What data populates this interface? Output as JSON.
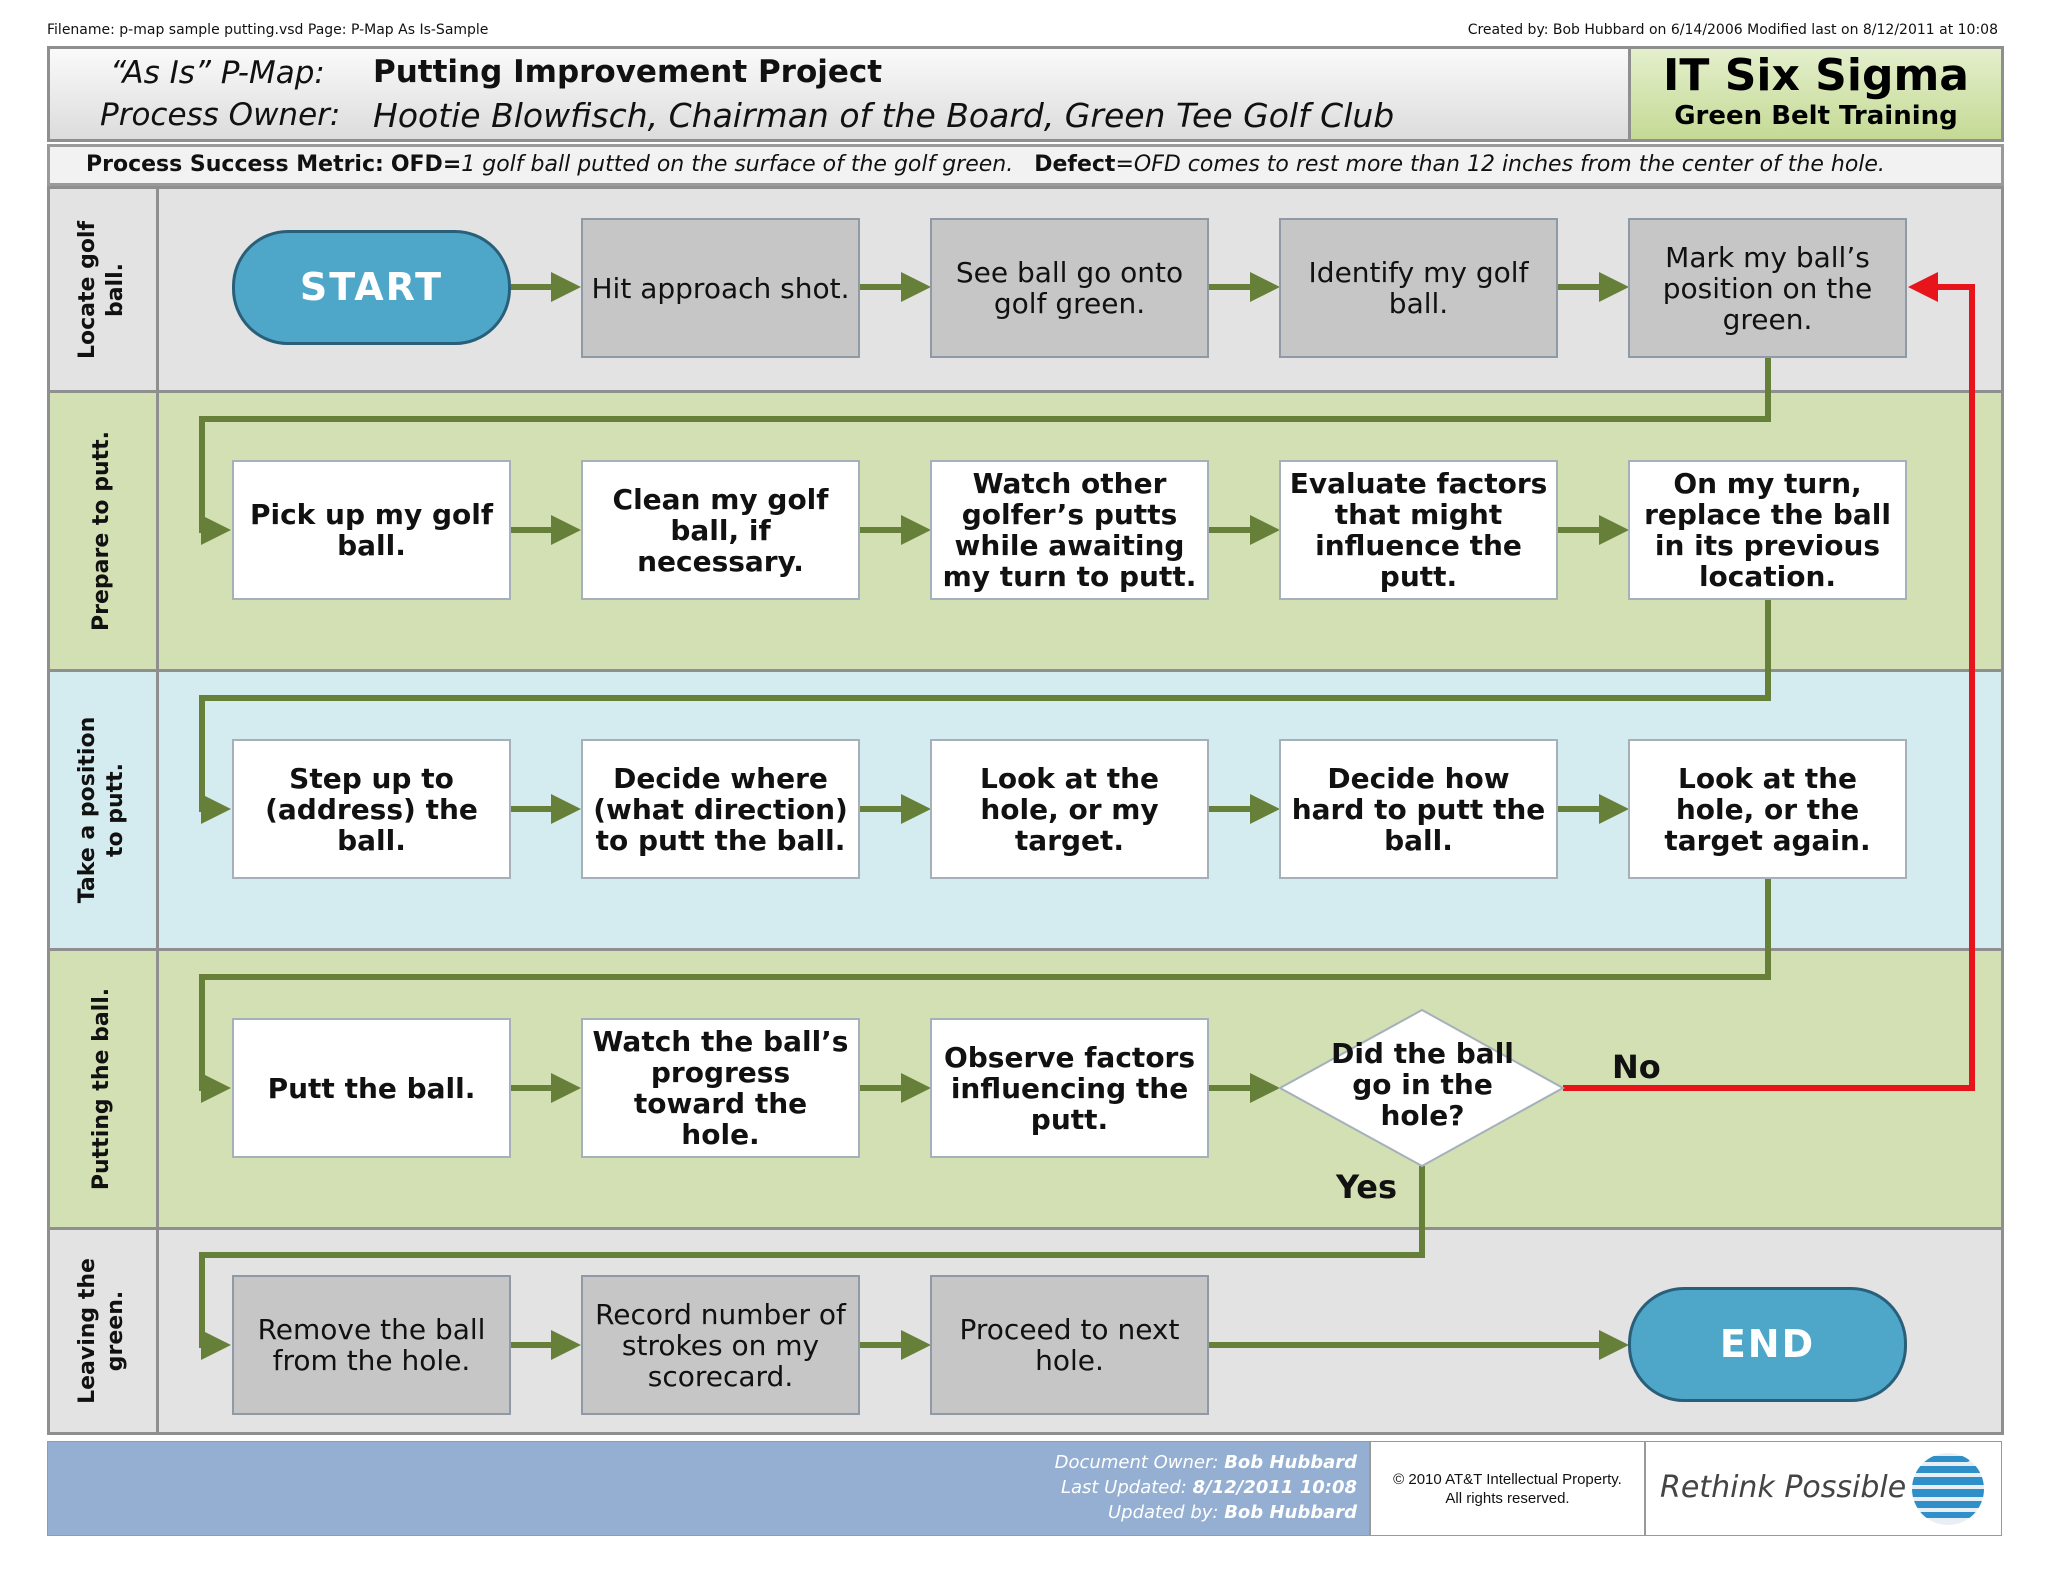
{
  "top_meta": {
    "left": "Filename: p-map sample putting.vsd   Page: P-Map As Is-Sample",
    "right": "Created by: Bob Hubbard on 6/14/2006  Modified last on 8/12/2011 at 10:08"
  },
  "header": {
    "pmap_label": "“As Is” P-Map:",
    "owner_label": "Process Owner:",
    "project": "Putting Improvement Project",
    "owner": "Hootie Blowfisch, Chairman of the Board, Green Tee Golf Club",
    "brand_title": "IT Six Sigma",
    "brand_sub": "Green Belt Training"
  },
  "metric": {
    "label": "Process Success Metric:",
    "ofd_key": "OFD=",
    "ofd_text": "1 golf ball putted on the surface of the golf green.",
    "defect_key": "Defect",
    "defect_text": "=OFD comes to rest more than 12 inches from the center of the hole."
  },
  "lanes": [
    {
      "label_line1": "Locate golf",
      "label_line2": "ball.",
      "color": "#e3e3e3"
    },
    {
      "label_line1": "Prepare to putt.",
      "label_line2": "",
      "color": "#d2e0b3"
    },
    {
      "label_line1": "Take a position",
      "label_line2": "to putt.",
      "color": "#d4ecf0"
    },
    {
      "label_line1": "Putting the ball.",
      "label_line2": "",
      "color": "#d2e0b3"
    },
    {
      "label_line1": "Leaving the",
      "label_line2": "green.",
      "color": "#e3e3e3"
    }
  ],
  "steps": {
    "start": "START",
    "s1_2": "Hit approach shot.",
    "s1_3": "See ball go onto golf green.",
    "s1_4": "Identify my golf ball.",
    "s1_5": "Mark my ball’s position on the green.",
    "s2_1": "Pick up my golf ball.",
    "s2_2": "Clean my golf ball,  if necessary.",
    "s2_3": "Watch other golfer’s putts while awaiting my turn to putt.",
    "s2_4": "Evaluate factors that might influence the putt.",
    "s2_5": "On my turn, replace the ball in its previous location.",
    "s3_1": "Step up to (address) the ball.",
    "s3_2": "Decide where (what direction) to putt the ball.",
    "s3_3": "Look at the hole, or my target.",
    "s3_4": "Decide how hard to putt the ball.",
    "s3_5": "Look at the hole, or the target again.",
    "s4_1": "Putt the ball.",
    "s4_2": "Watch the ball’s progress toward the hole.",
    "s4_3": "Observe factors influencing the putt.",
    "decision": "Did the ball go in the hole?",
    "no_label": "No",
    "yes_label": "Yes",
    "s5_1": "Remove the ball from the hole.",
    "s5_2": "Record number of strokes on my scorecard.",
    "s5_3": "Proceed to next hole.",
    "end": "END"
  },
  "colors": {
    "flow_arrow": "#66803a",
    "loop_arrow": "#e8141b",
    "terminal": "#4ea7c8"
  },
  "footer": {
    "owner_label": "Document Owner:",
    "owner": "Bob Hubbard",
    "updated_label": "Last Updated:",
    "updated": "8/12/2011 10:08",
    "by_label": "Updated by:",
    "by": "Bob Hubbard",
    "copyright_line1": "© 2010 AT&T Intellectual Property.",
    "copyright_line2": "All rights reserved.",
    "tagline": "Rethink Possible",
    "logo_icon": "att-globe-icon"
  }
}
